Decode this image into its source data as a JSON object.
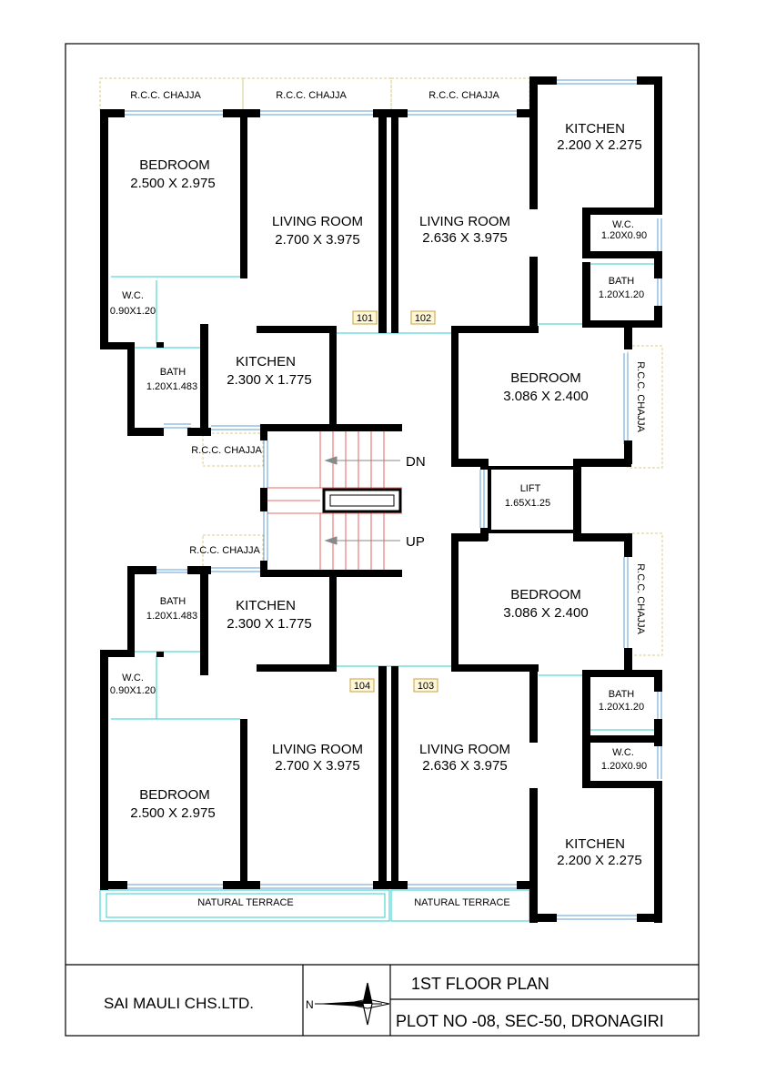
{
  "rooms": {
    "bedroom_tl": {
      "name": "BEDROOM",
      "size": "2.500 X 2.975"
    },
    "living_101": {
      "name": "LIVING ROOM",
      "size": "2.700 X 3.975"
    },
    "living_102": {
      "name": "LIVING ROOM",
      "size": "2.636 X 3.975"
    },
    "kitchen_tr": {
      "name": "KITCHEN",
      "size": "2.200 X 2.275"
    },
    "wc_tr": {
      "name": "W.C.",
      "size": "1.20X0.90"
    },
    "bath_tr": {
      "name": "BATH",
      "size": "1.20X1.20"
    },
    "wc_tl": {
      "name": "W.C.",
      "size": "0.90X1.20"
    },
    "bath_tl": {
      "name": "BATH",
      "size": "1.20X1.483"
    },
    "kitchen_101": {
      "name": "KITCHEN",
      "size": "2.300 X 1.775"
    },
    "bedroom_102": {
      "name": "BEDROOM",
      "size": "3.086 X 2.400"
    },
    "lift": {
      "name": "LIFT",
      "size": "1.65X1.25"
    },
    "bedroom_103": {
      "name": "BEDROOM",
      "size": "3.086 X 2.400"
    },
    "bath_bl": {
      "name": "BATH",
      "size": "1.20X1.483"
    },
    "kitchen_104": {
      "name": "KITCHEN",
      "size": "2.300 X 1.775"
    },
    "wc_bl": {
      "name": "W.C.",
      "size": "0.90X1.20"
    },
    "bath_br": {
      "name": "BATH",
      "size": "1.20X1.20"
    },
    "wc_br": {
      "name": "W.C.",
      "size": "1.20X0.90"
    },
    "bedroom_bl": {
      "name": "BEDROOM",
      "size": "2.500 X 2.975"
    },
    "living_104": {
      "name": "LIVING ROOM",
      "size": "2.700 X 3.975"
    },
    "living_103": {
      "name": "LIVING ROOM",
      "size": "2.636 X 3.975"
    },
    "kitchen_br": {
      "name": "KITCHEN",
      "size": "2.200 X 2.275"
    }
  },
  "chajja": {
    "c1": "R.C.C. CHAJJA",
    "c2": "R.C.C. CHAJJA",
    "c3": "R.C.C. CHAJJA",
    "c4": "R.C.C. CHAJJA",
    "c5": "R.C.C. CHAJJA",
    "c6": "R.C.C. CHAJJA",
    "c7": "R.C.C. CHAJJA"
  },
  "terrace": {
    "left": "NATURAL TERRACE",
    "right": "NATURAL TERRACE"
  },
  "stairs": {
    "down": "DN",
    "up": "UP"
  },
  "flats": {
    "f101": "101",
    "f102": "102",
    "f103": "103",
    "f104": "104"
  },
  "title_block": {
    "society": "SAI MAULI CHS.LTD.",
    "north": "N",
    "plan_title": "1ST  FLOOR PLAN",
    "plot": "PLOT NO -08, SEC-50, DRONAGIRI"
  }
}
